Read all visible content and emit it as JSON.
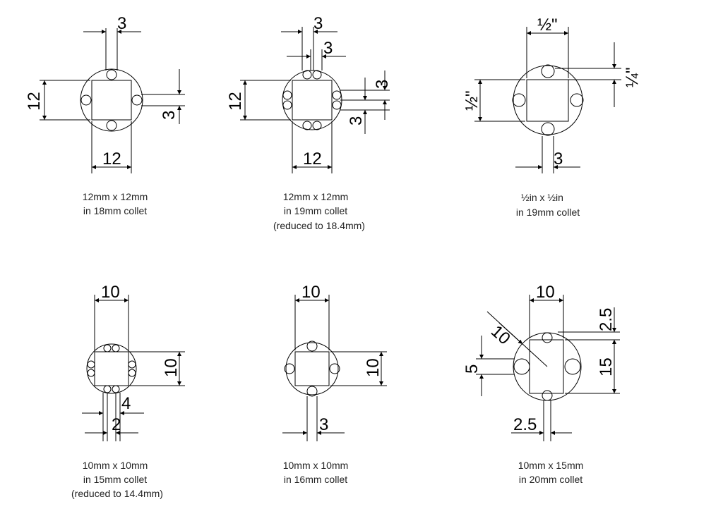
{
  "diagrams": [
    {
      "id": "d1",
      "dimensions": [
        "3",
        "12",
        "3",
        "12"
      ],
      "caption": [
        "12mm x 12mm",
        "in 18mm collet"
      ]
    },
    {
      "id": "d2",
      "dimensions": [
        "3",
        "3",
        "3",
        "3",
        "12",
        "12"
      ],
      "caption": [
        "12mm x 12mm",
        "in 19mm collet",
        "(reduced to 18.4mm)"
      ]
    },
    {
      "id": "d3",
      "dimensions": [
        "½\"",
        "¼\"",
        "½\"",
        "3"
      ],
      "caption": [
        "½in x ½in",
        "in 19mm collet"
      ]
    },
    {
      "id": "d4",
      "dimensions": [
        "10",
        "10",
        "4",
        "2"
      ],
      "caption": [
        "10mm x 10mm",
        "in 15mm collet",
        "(reduced to 14.4mm)"
      ]
    },
    {
      "id": "d5",
      "dimensions": [
        "10",
        "10",
        "3"
      ],
      "caption": [
        "10mm x 10mm",
        "in 16mm collet"
      ]
    },
    {
      "id": "d6",
      "dimensions": [
        "10",
        "10",
        "2.5",
        "5",
        "15",
        "2.5"
      ],
      "caption": [
        "10mm x 15mm",
        "in 20mm collet"
      ]
    }
  ]
}
